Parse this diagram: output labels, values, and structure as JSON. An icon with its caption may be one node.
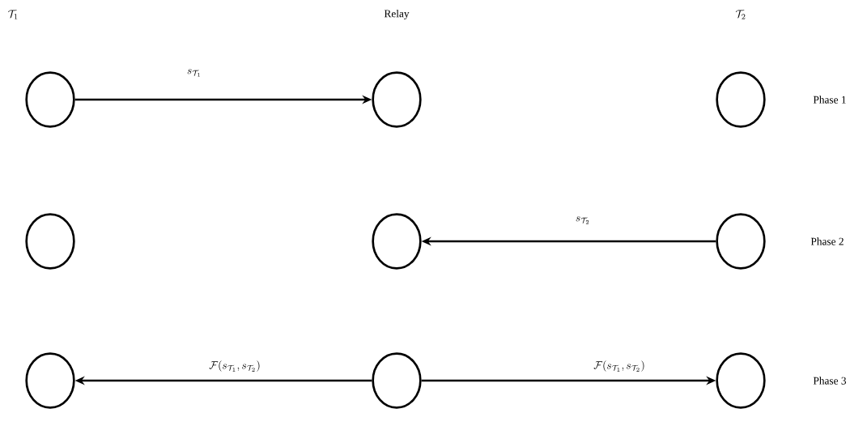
{
  "diagram": {
    "nodes": [
      {
        "text": [],
        "shape": "circle"
      },
      {
        "text": [],
        "shape": "circle"
      },
      {
        "text": [],
        "shape": "circle"
      },
      {
        "text": [],
        "shape": "circle"
      },
      {
        "text": [],
        "shape": "circle"
      },
      {
        "text": [],
        "shape": "circle"
      },
      {
        "text": [],
        "shape": "circle"
      },
      {
        "text": [],
        "shape": "circle"
      },
      {
        "text": [],
        "shape": "circle"
      }
    ],
    "edges": [
      {
        "from": 0,
        "to": 1,
        "arrow": "to",
        "label": "s_{\\mathcal{T}_1}"
      },
      {
        "from": 5,
        "to": 4,
        "arrow": "to",
        "label": "s_{\\mathcal{T}_2}"
      },
      {
        "from": 7,
        "to": 6,
        "arrow": "to",
        "label": "\\mathcal{F}(s_{\\mathcal{T}_1}, s_{\\mathcal{T}_2})"
      },
      {
        "from": 7,
        "to": 8,
        "arrow": "to",
        "label": "\\mathcal{F}(s_{\\mathcal{T}_1}, s_{\\mathcal{T}_2})"
      }
    ],
    "labels": [
      "\\mathcal{T}_1",
      "Relay",
      "\\mathcal{T}_2",
      "Phase 1",
      "Phase 2",
      "Phase 3"
    ]
  }
}
